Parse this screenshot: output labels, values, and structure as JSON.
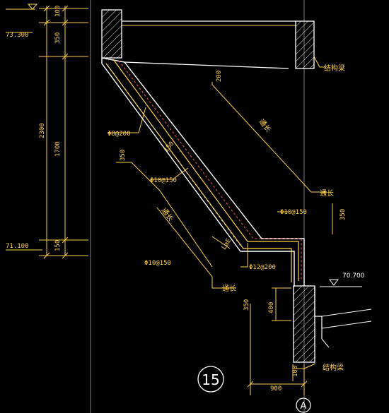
{
  "drawing": {
    "sheet_number": "15",
    "axis_label": "A",
    "elevations": {
      "top": "73.300",
      "bottom": "71.100",
      "right": "70.700"
    },
    "dimensions": {
      "d100_top": "100",
      "d350": "350",
      "d2300": "2300",
      "d1700": "1700",
      "d150_bottom": "150",
      "d200": "200",
      "d150_diag": "150",
      "d350_left": "350",
      "d350_right": "350",
      "d350_low": "350",
      "d400": "400",
      "d100_foot": "100",
      "d900": "900",
      "lae": "LaE"
    },
    "rebar": {
      "r1": "Φ8@200",
      "r2": "Φ10@150",
      "r3": "Φ10@150",
      "r4": "Φ10@150",
      "r5": "Φ12@200"
    },
    "labels": {
      "beam_top": "结构梁",
      "beam_bottom": "结构梁",
      "through_long_1": "通长",
      "through_long_2": "通长",
      "through_long_3": "通长",
      "through_long_4": "通长"
    }
  }
}
